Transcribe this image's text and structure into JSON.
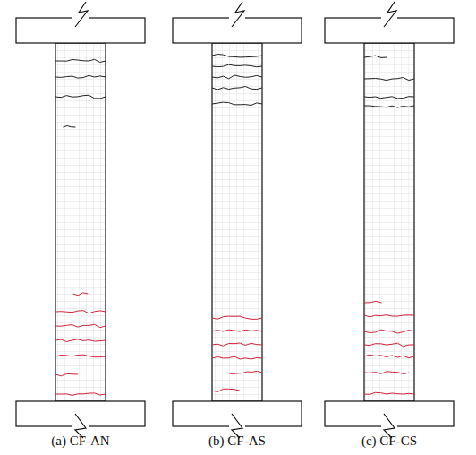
{
  "diagram": {
    "labels": [
      "(a) CF-AN",
      "(b) CF-AS",
      "(c) CF-CS"
    ]
  }
}
